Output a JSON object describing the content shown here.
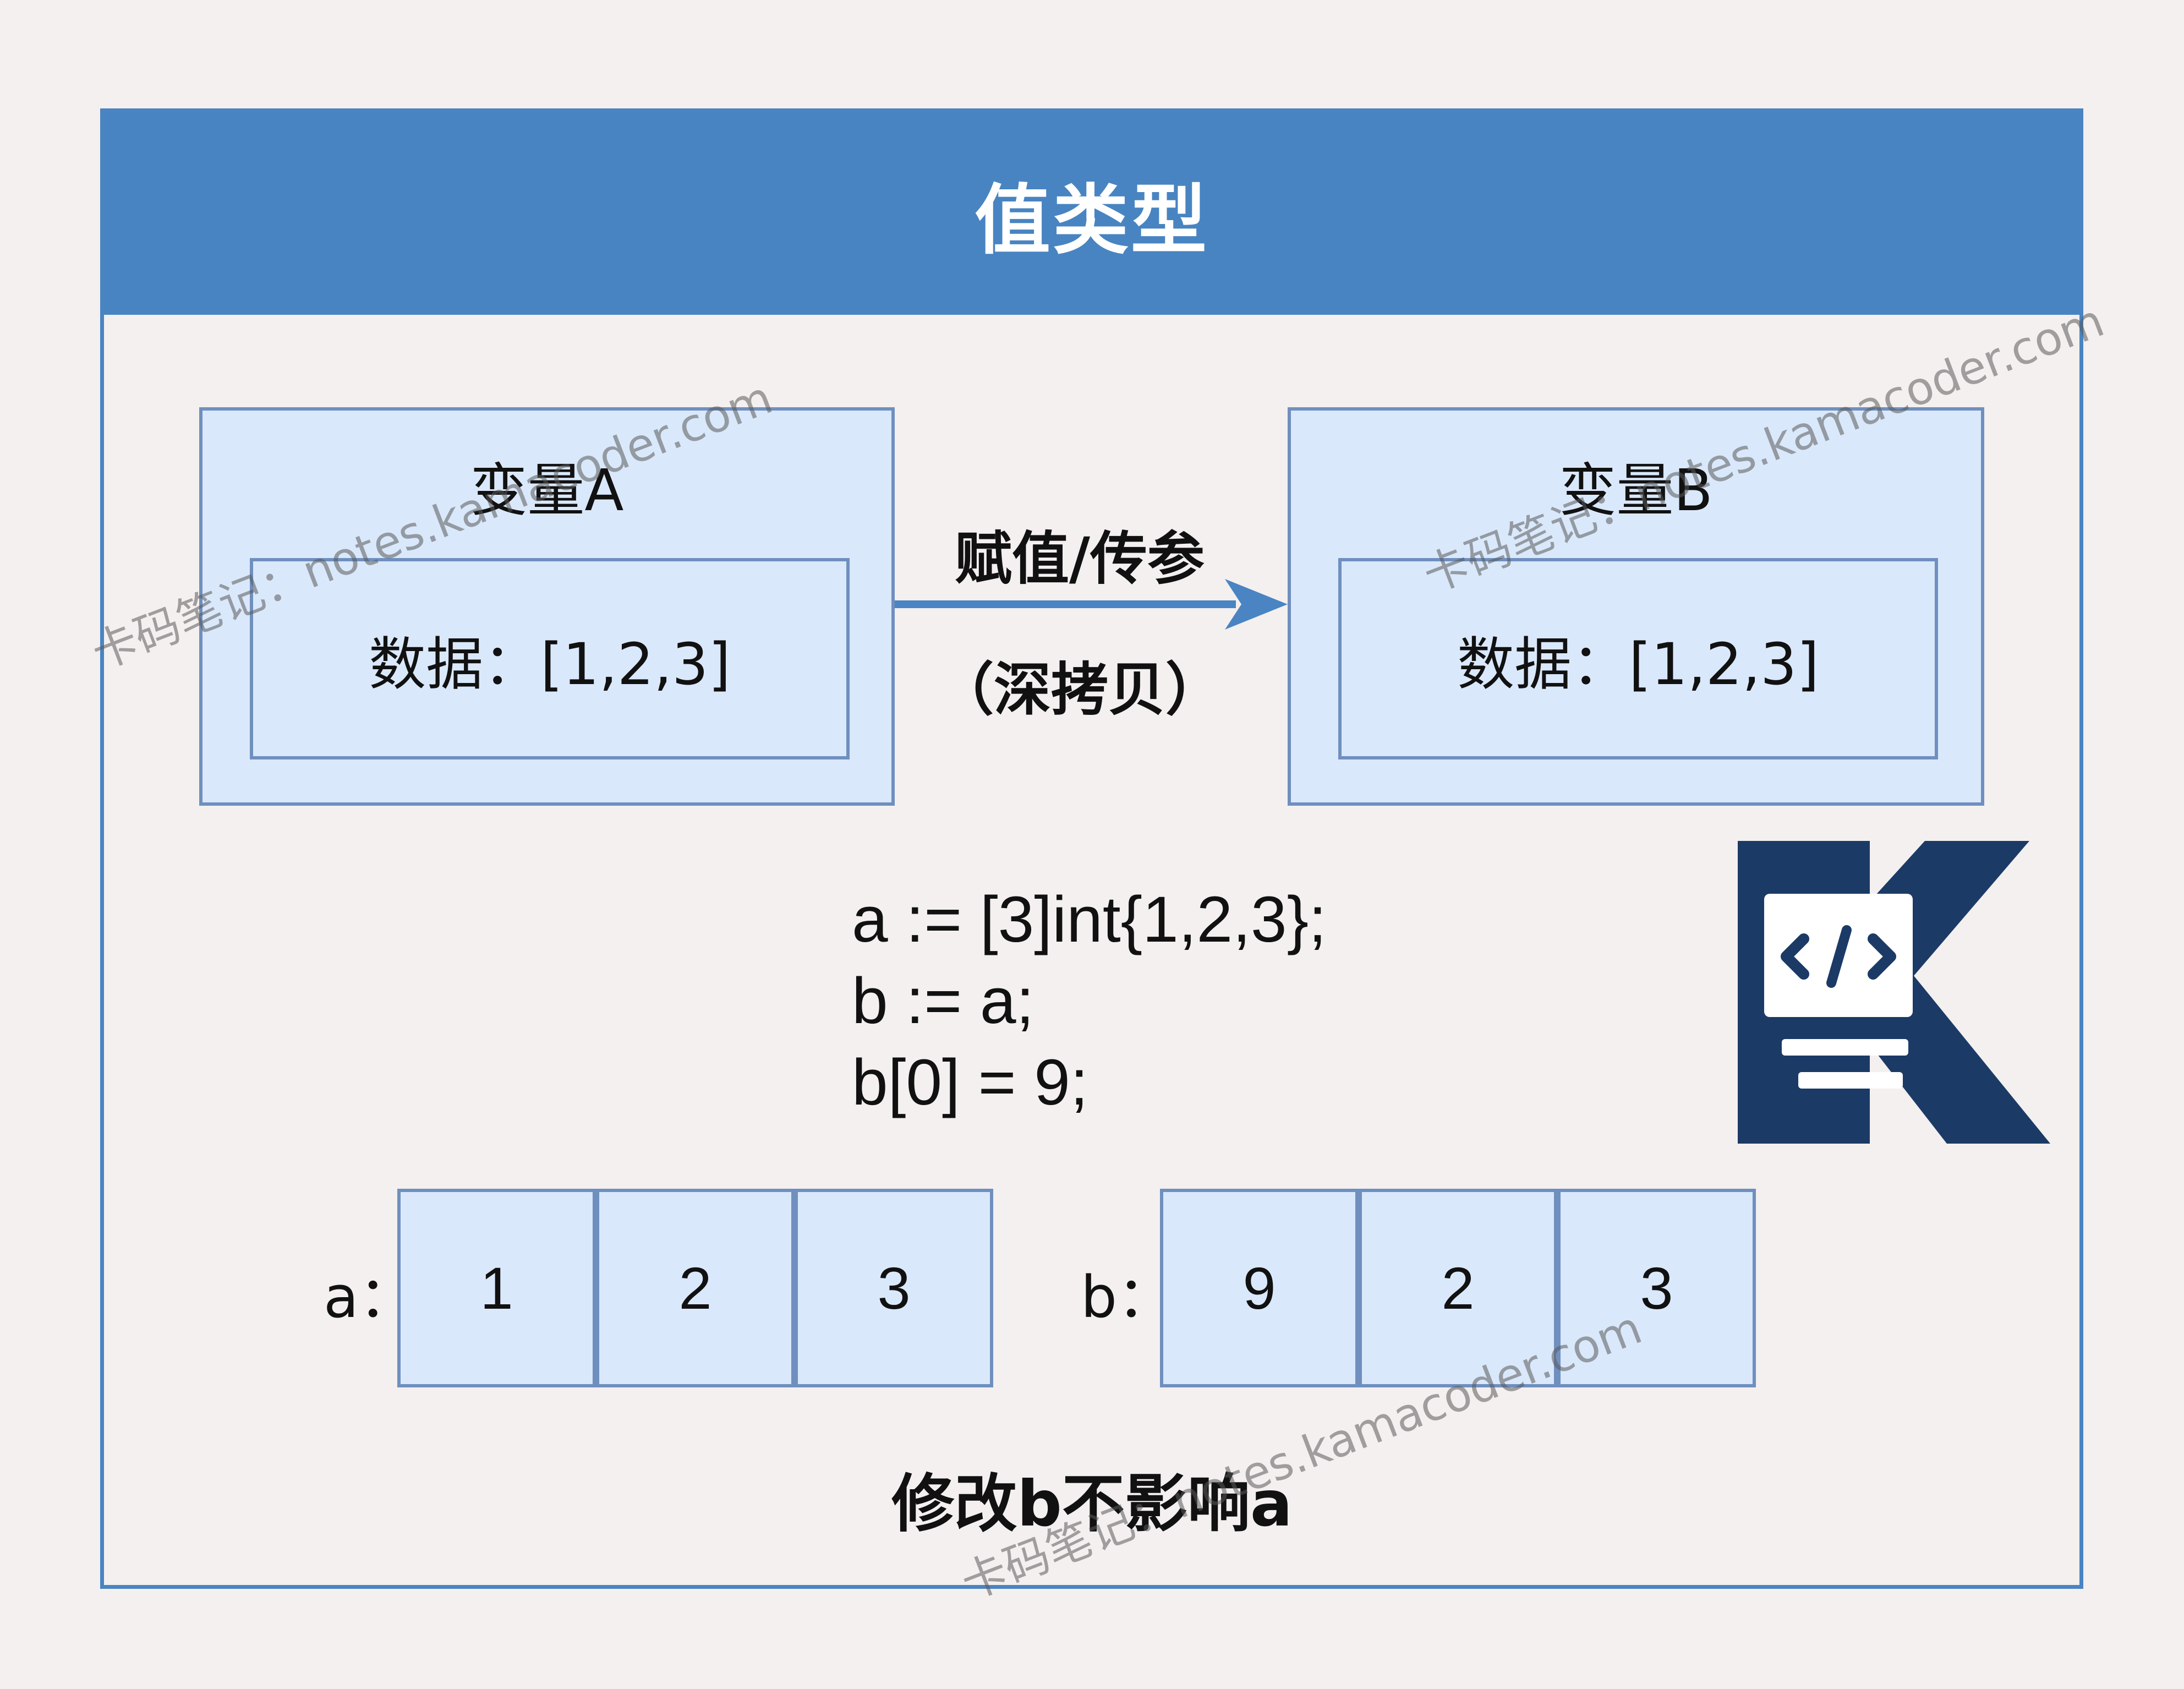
{
  "header": {
    "title": "值类型"
  },
  "variable_a": {
    "title": "变量A",
    "data": "数据：[1,2,3]"
  },
  "variable_b": {
    "title": "变量B",
    "data": "数据：[1,2,3]"
  },
  "arrow": {
    "label_top": "赋值/传参",
    "label_bottom": "（深拷贝）"
  },
  "code": {
    "lines": [
      "a := [3]int{1,2,3};",
      "b := a;",
      "b[0] = 9;"
    ]
  },
  "arrays": {
    "a": {
      "label": "a：",
      "values": [
        "1",
        "2",
        "3"
      ]
    },
    "b": {
      "label": "b：",
      "values": [
        "9",
        "2",
        "3"
      ]
    }
  },
  "caption": "修改b不影响a",
  "watermark": "卡码笔记：notes.kamacoder.com",
  "logo": {
    "icon": "kamacoder-logo-icon",
    "color": "#1b3a66"
  },
  "colors": {
    "header": "#4884c1",
    "box_fill": "#dae8fb",
    "box_border": "#6f8fbe",
    "arrow": "#4a84c2"
  }
}
